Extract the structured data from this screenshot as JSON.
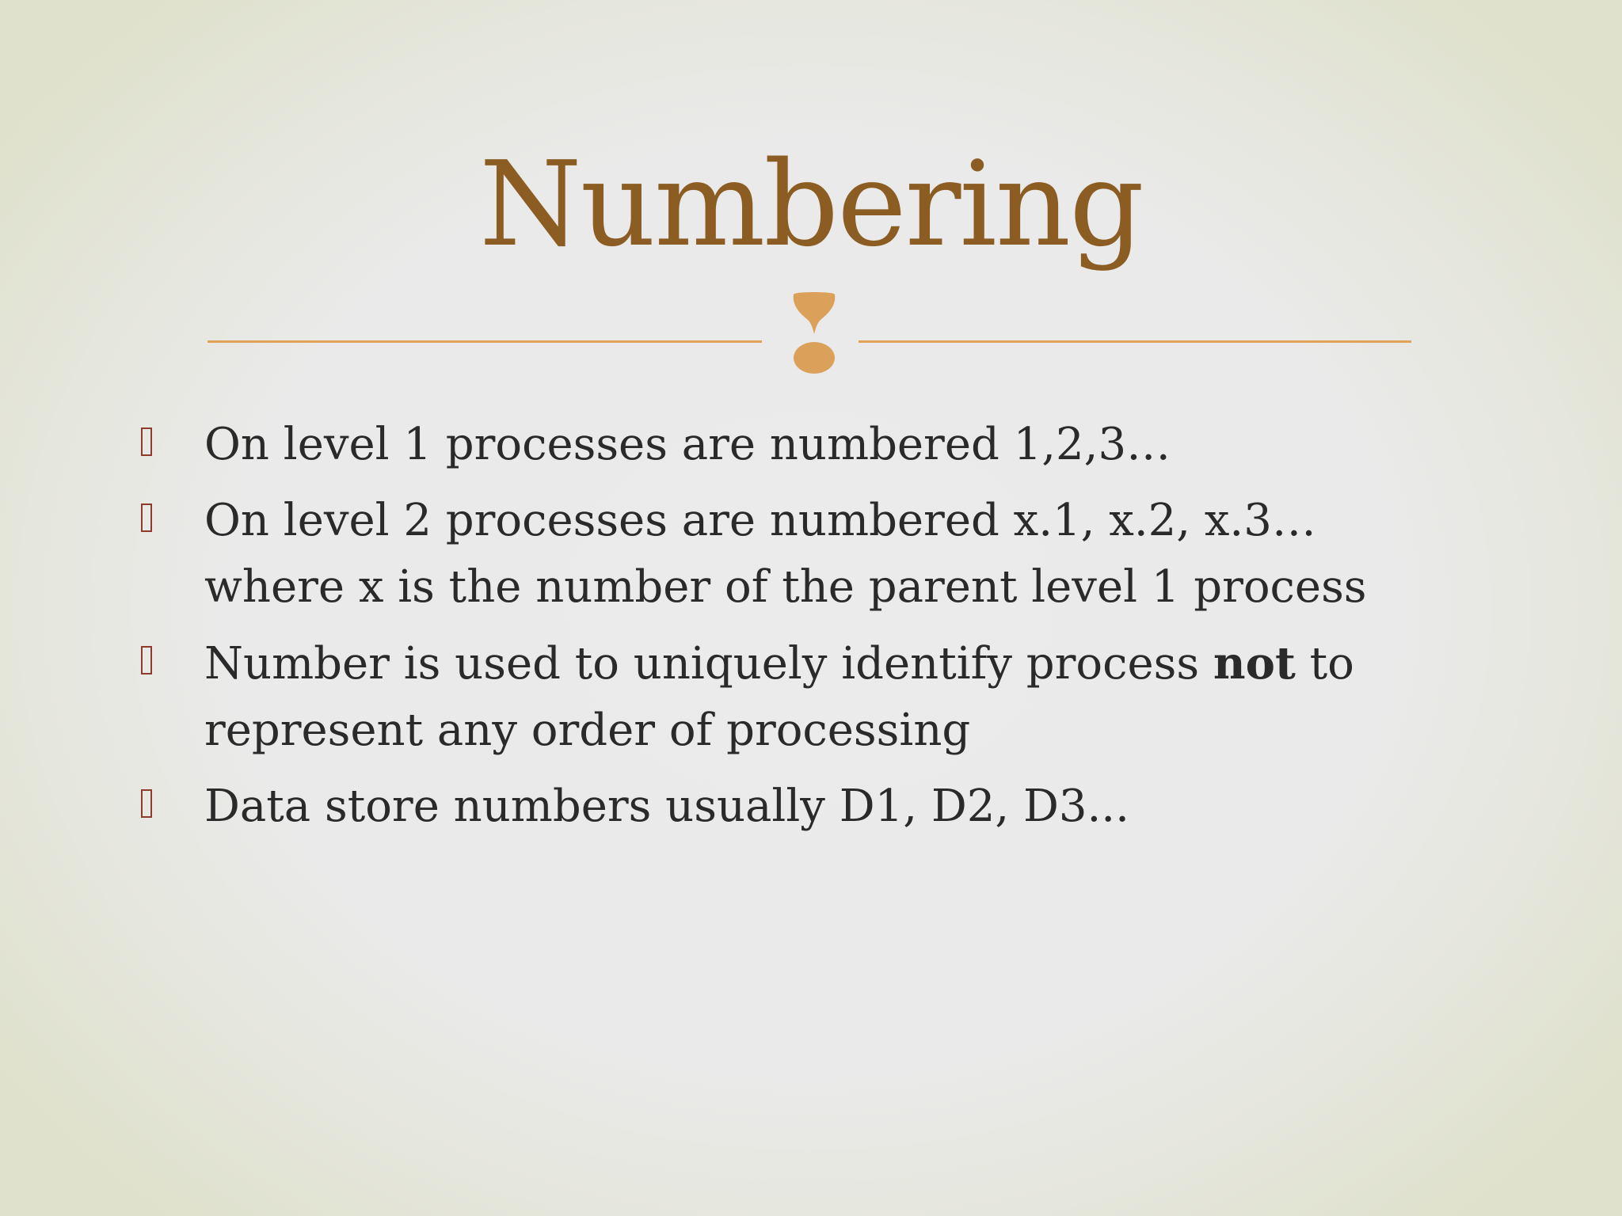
{
  "slide": {
    "title": "Numbering",
    "bullets": [
      {
        "text": "On level 1 processes are numbered 1,2,3…"
      },
      {
        "text": "On level 2 processes are numbered x.1, x.2, x.3… where x is the number of the parent level 1 process"
      },
      {
        "text_before": "Number is used to uniquely identify process ",
        "bold": "not",
        "text_after": " to represent any order of processing"
      },
      {
        "text": "Data store numbers usually D1, D2, D3..."
      }
    ]
  },
  "colors": {
    "title": "#8b5d22",
    "divider": "#e0a35a",
    "bullet_marker": "#8e3a2c",
    "body_text": "#2a2a2a",
    "background": "#ebebeb"
  },
  "icons": {
    "divider_ornament": "exclamation-ornament-icon",
    "bullet": "square-bullet-icon"
  }
}
